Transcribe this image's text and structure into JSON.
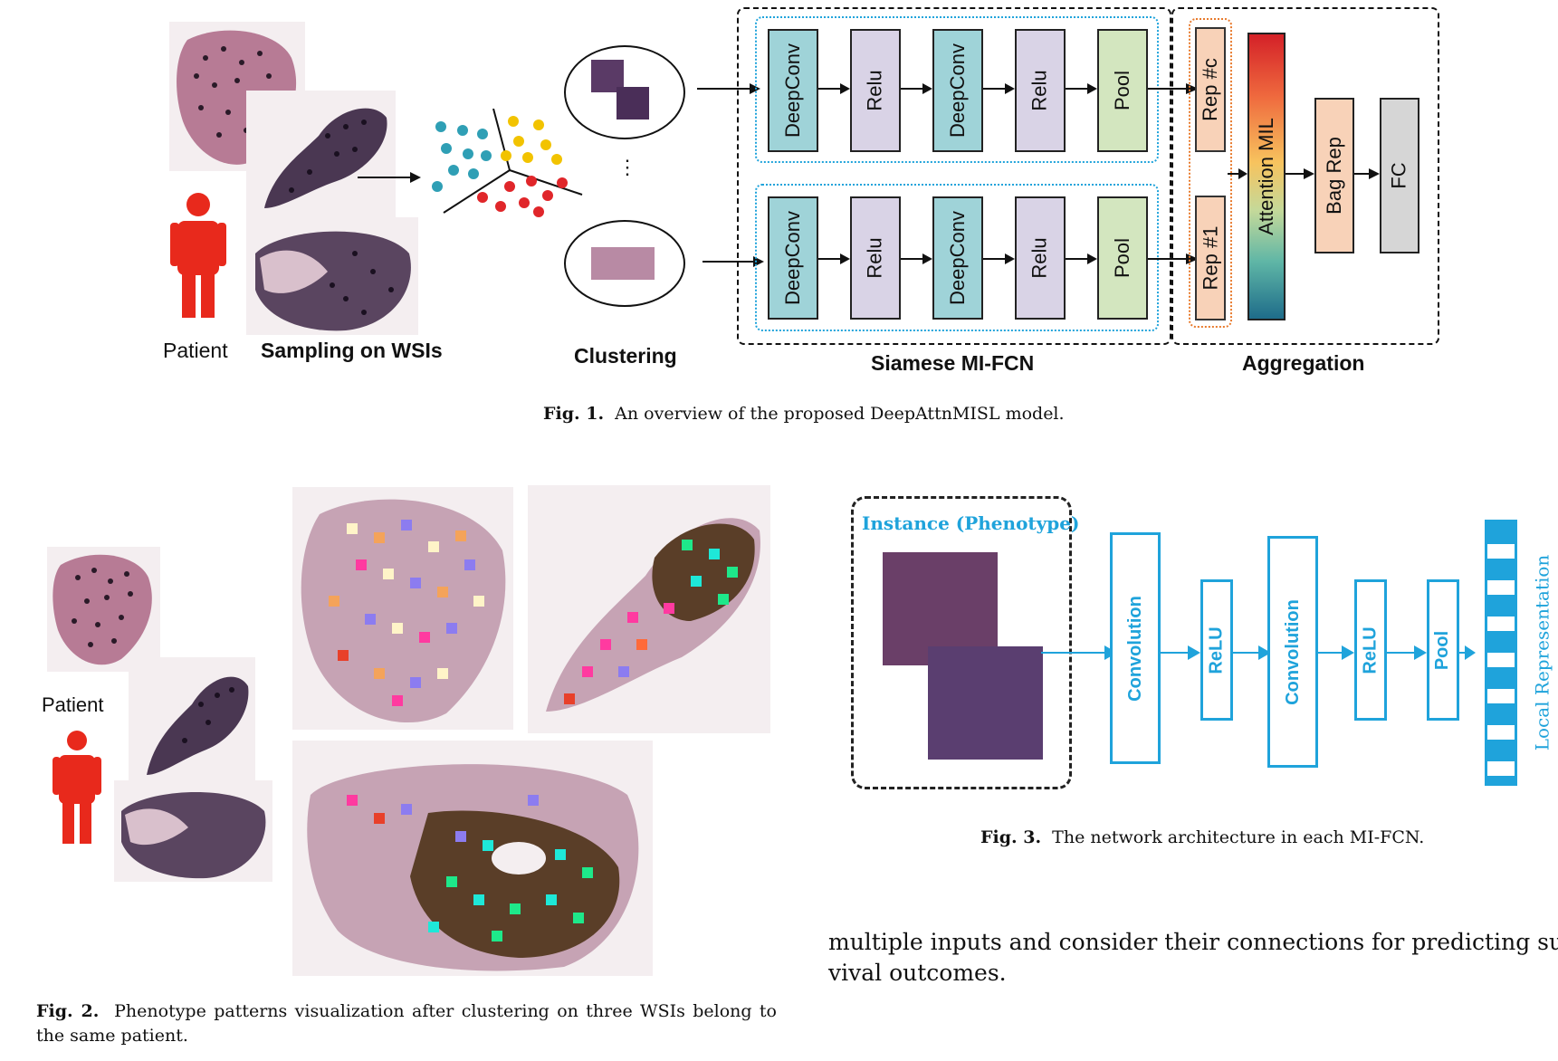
{
  "fig1": {
    "patient_label": "Patient",
    "sampling_label": "Sampling on WSIs",
    "clustering_label": "Clustering",
    "siamese_label": "Siamese MI-FCN",
    "aggregation_label": "Aggregation",
    "ellipsis": "⋮",
    "branch_top": [
      "DeepConv",
      "Relu",
      "DeepConv",
      "Relu",
      "Pool"
    ],
    "branch_bottom": [
      "DeepConv",
      "Relu",
      "DeepConv",
      "Relu",
      "Pool"
    ],
    "rep_top": "Rep #c",
    "rep_bottom": "Rep #1",
    "attention": "Attention MIL",
    "bag": "Bag Rep",
    "fc": "FC",
    "caption_label": "Fig. 1.",
    "caption_text": "An overview of the proposed DeepAttnMISL model."
  },
  "fig2": {
    "patient_label": "Patient",
    "caption_label": "Fig. 2.",
    "caption_text": "Phenotype patterns visualization after clustering on three WSIs belong to the same patient."
  },
  "fig3": {
    "instance_label": "Instance (Phenotype)",
    "blocks": [
      "Convolution",
      "ReLU",
      "Convolution",
      "ReLU",
      "Pool"
    ],
    "local_rep": "Local Representation",
    "caption_label": "Fig. 3.",
    "caption_text": "The network architecture in each MI-FCN."
  },
  "body_text": {
    "line1": "multiple inputs and consider their connections for predicting sur-",
    "line2": "vival outcomes."
  },
  "colors": {
    "conv": "#9fd3d8",
    "relu": "#d9d3e6",
    "pool": "#d3e6bf",
    "rep": "#f8d2b8",
    "fc": "#d6d6d6",
    "accent_blue": "#1fa3db",
    "patient_red": "#e8291c"
  }
}
